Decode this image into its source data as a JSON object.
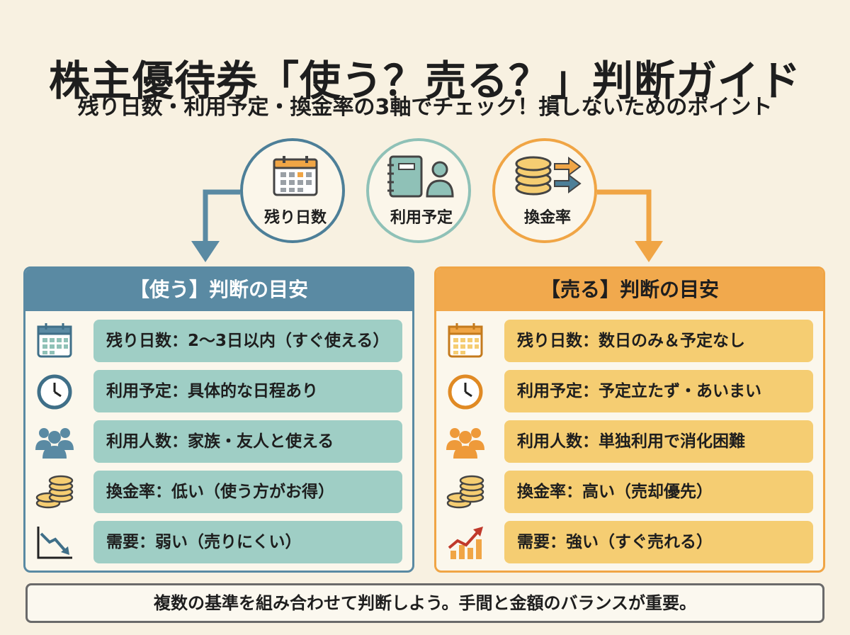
{
  "title": "株主優待券「使う？売る？」判断ガイド",
  "subtitle": "残り日数・利用予定・換金率の3軸でチェック！損しないためのポイント",
  "axes": [
    {
      "label": "残り日数",
      "icon": "calendar-icon"
    },
    {
      "label": "利用予定",
      "icon": "notebook-person-icon"
    },
    {
      "label": "換金率",
      "icon": "coins-arrows-icon"
    }
  ],
  "colors": {
    "use": "#5a8aa3",
    "use_pill": "#9fcec5",
    "sell": "#f1a94d",
    "sell_pill": "#f5cd72",
    "background": "#f8f1e1"
  },
  "use_panel": {
    "title": "【使う】判断の目安",
    "items": [
      {
        "icon": "calendar-icon",
        "text": "残り日数：2〜3日以内（すぐ使える）"
      },
      {
        "icon": "clock-icon",
        "text": "利用予定：具体的な日程あり"
      },
      {
        "icon": "group-icon",
        "text": "利用人数：家族・友人と使える"
      },
      {
        "icon": "coins-icon",
        "text": "換金率：低い（使う方がお得）"
      },
      {
        "icon": "trend-down-icon",
        "text": "需要：弱い（売りにくい）"
      }
    ]
  },
  "sell_panel": {
    "title": "【売る】判断の目安",
    "items": [
      {
        "icon": "calendar-icon",
        "text": "残り日数：数日のみ＆予定なし"
      },
      {
        "icon": "clock-icon",
        "text": "利用予定：予定立たず・あいまい"
      },
      {
        "icon": "group-icon",
        "text": "利用人数：単独利用で消化困難"
      },
      {
        "icon": "coins-icon",
        "text": "換金率：高い（売却優先）"
      },
      {
        "icon": "trend-up-icon",
        "text": "需要：強い（すぐ売れる）"
      }
    ]
  },
  "footer": "複数の基準を組み合わせて判断しよう。手間と金額のバランスが重要。"
}
